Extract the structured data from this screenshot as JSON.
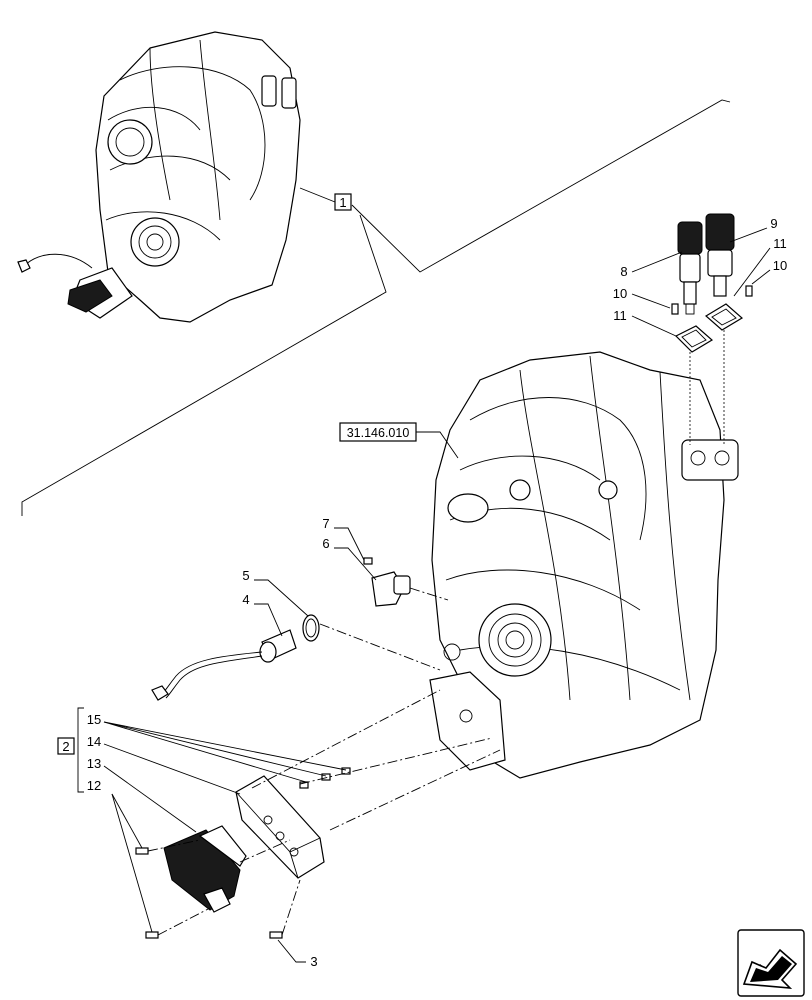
{
  "callouts": {
    "c1": "1",
    "c2": "2",
    "c3": "3",
    "c4": "4",
    "c5": "5",
    "c6": "6",
    "c7": "7",
    "c8": "8",
    "c9": "9",
    "c10a": "10",
    "c10b": "10",
    "c11a": "11",
    "c11b": "11",
    "c12": "12",
    "c13": "13",
    "c14": "14",
    "c15": "15"
  },
  "reference": "31.146.010",
  "icons": {
    "nav": "arrow-left-icon"
  }
}
